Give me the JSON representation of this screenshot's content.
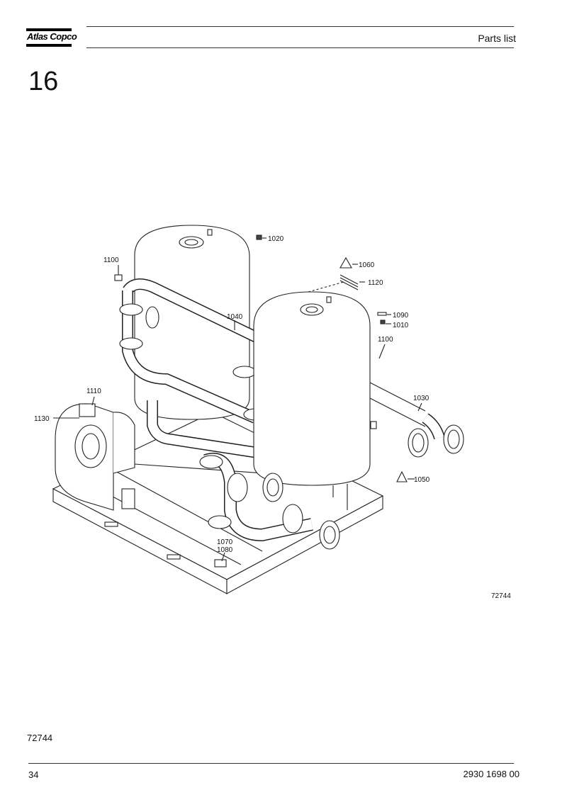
{
  "header": {
    "brand": "Atlas Copco",
    "title": "Parts list"
  },
  "section": {
    "number": "16"
  },
  "drawing": {
    "callouts": [
      "1020",
      "1100",
      "1060",
      "1120",
      "1040",
      "1090",
      "1010",
      "1100",
      "1110",
      "1030",
      "1130",
      "1050",
      "1070",
      "1080"
    ],
    "drawing_number": "72744"
  },
  "caption": "72744",
  "footer": {
    "page": "34",
    "doc_number": "2930 1698 00"
  }
}
